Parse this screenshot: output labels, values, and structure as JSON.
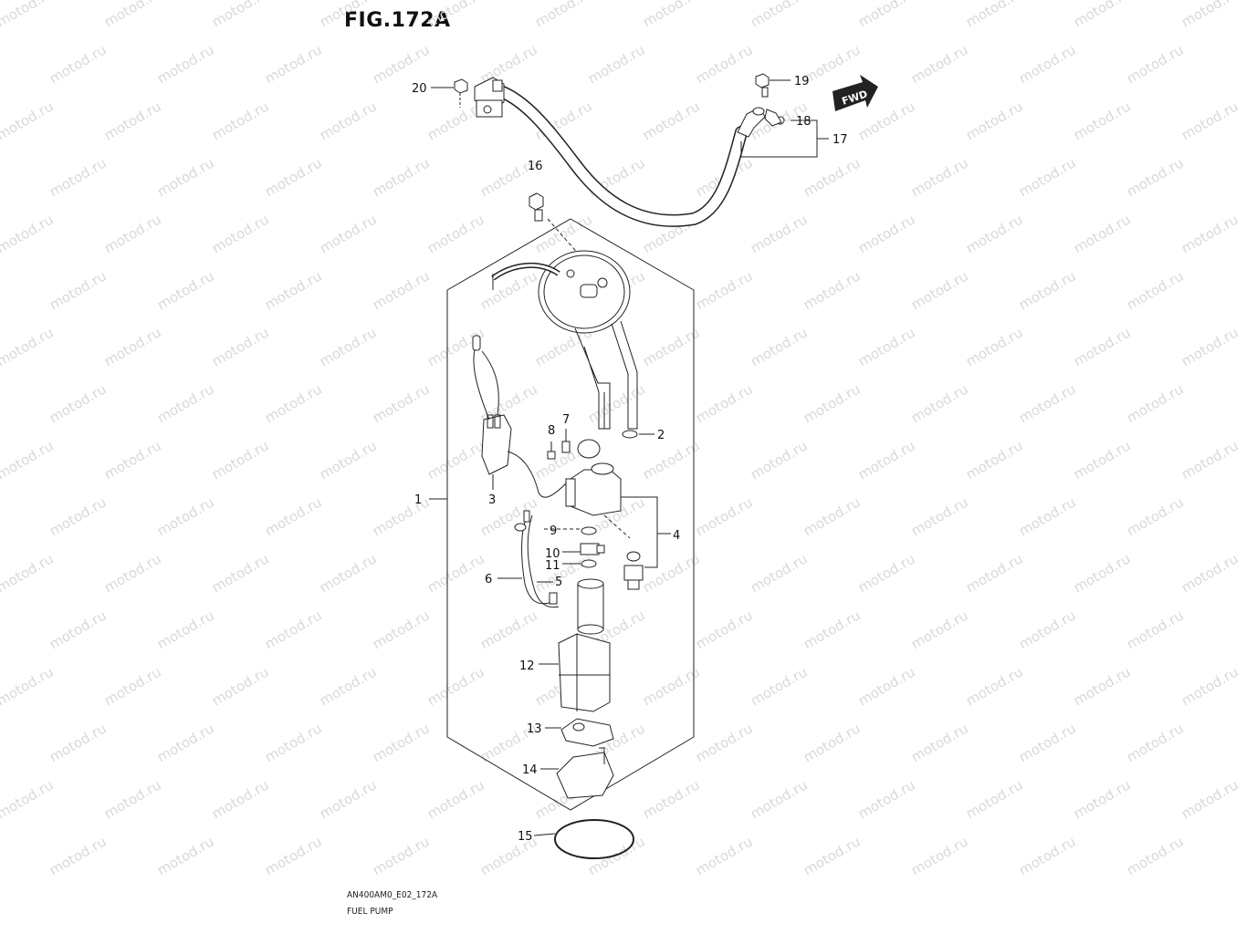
{
  "figure": {
    "title": "FIG.172A",
    "code": "AN400AM0_E02_172A",
    "name": "FUEL PUMP"
  },
  "watermark": "motod.ru",
  "fwd_label": "FWD",
  "callouts": [
    {
      "id": "1",
      "label": "1"
    },
    {
      "id": "2",
      "label": "2"
    },
    {
      "id": "3",
      "label": "3"
    },
    {
      "id": "4",
      "label": "4"
    },
    {
      "id": "5",
      "label": "5"
    },
    {
      "id": "6",
      "label": "6"
    },
    {
      "id": "7",
      "label": "7"
    },
    {
      "id": "8",
      "label": "8"
    },
    {
      "id": "9",
      "label": "9"
    },
    {
      "id": "10",
      "label": "10"
    },
    {
      "id": "11",
      "label": "11"
    },
    {
      "id": "12",
      "label": "12"
    },
    {
      "id": "13",
      "label": "13"
    },
    {
      "id": "14",
      "label": "14"
    },
    {
      "id": "15",
      "label": "15"
    },
    {
      "id": "16",
      "label": "16"
    },
    {
      "id": "17",
      "label": "17"
    },
    {
      "id": "18",
      "label": "18"
    },
    {
      "id": "19",
      "label": "19"
    },
    {
      "id": "20",
      "label": "20"
    }
  ]
}
